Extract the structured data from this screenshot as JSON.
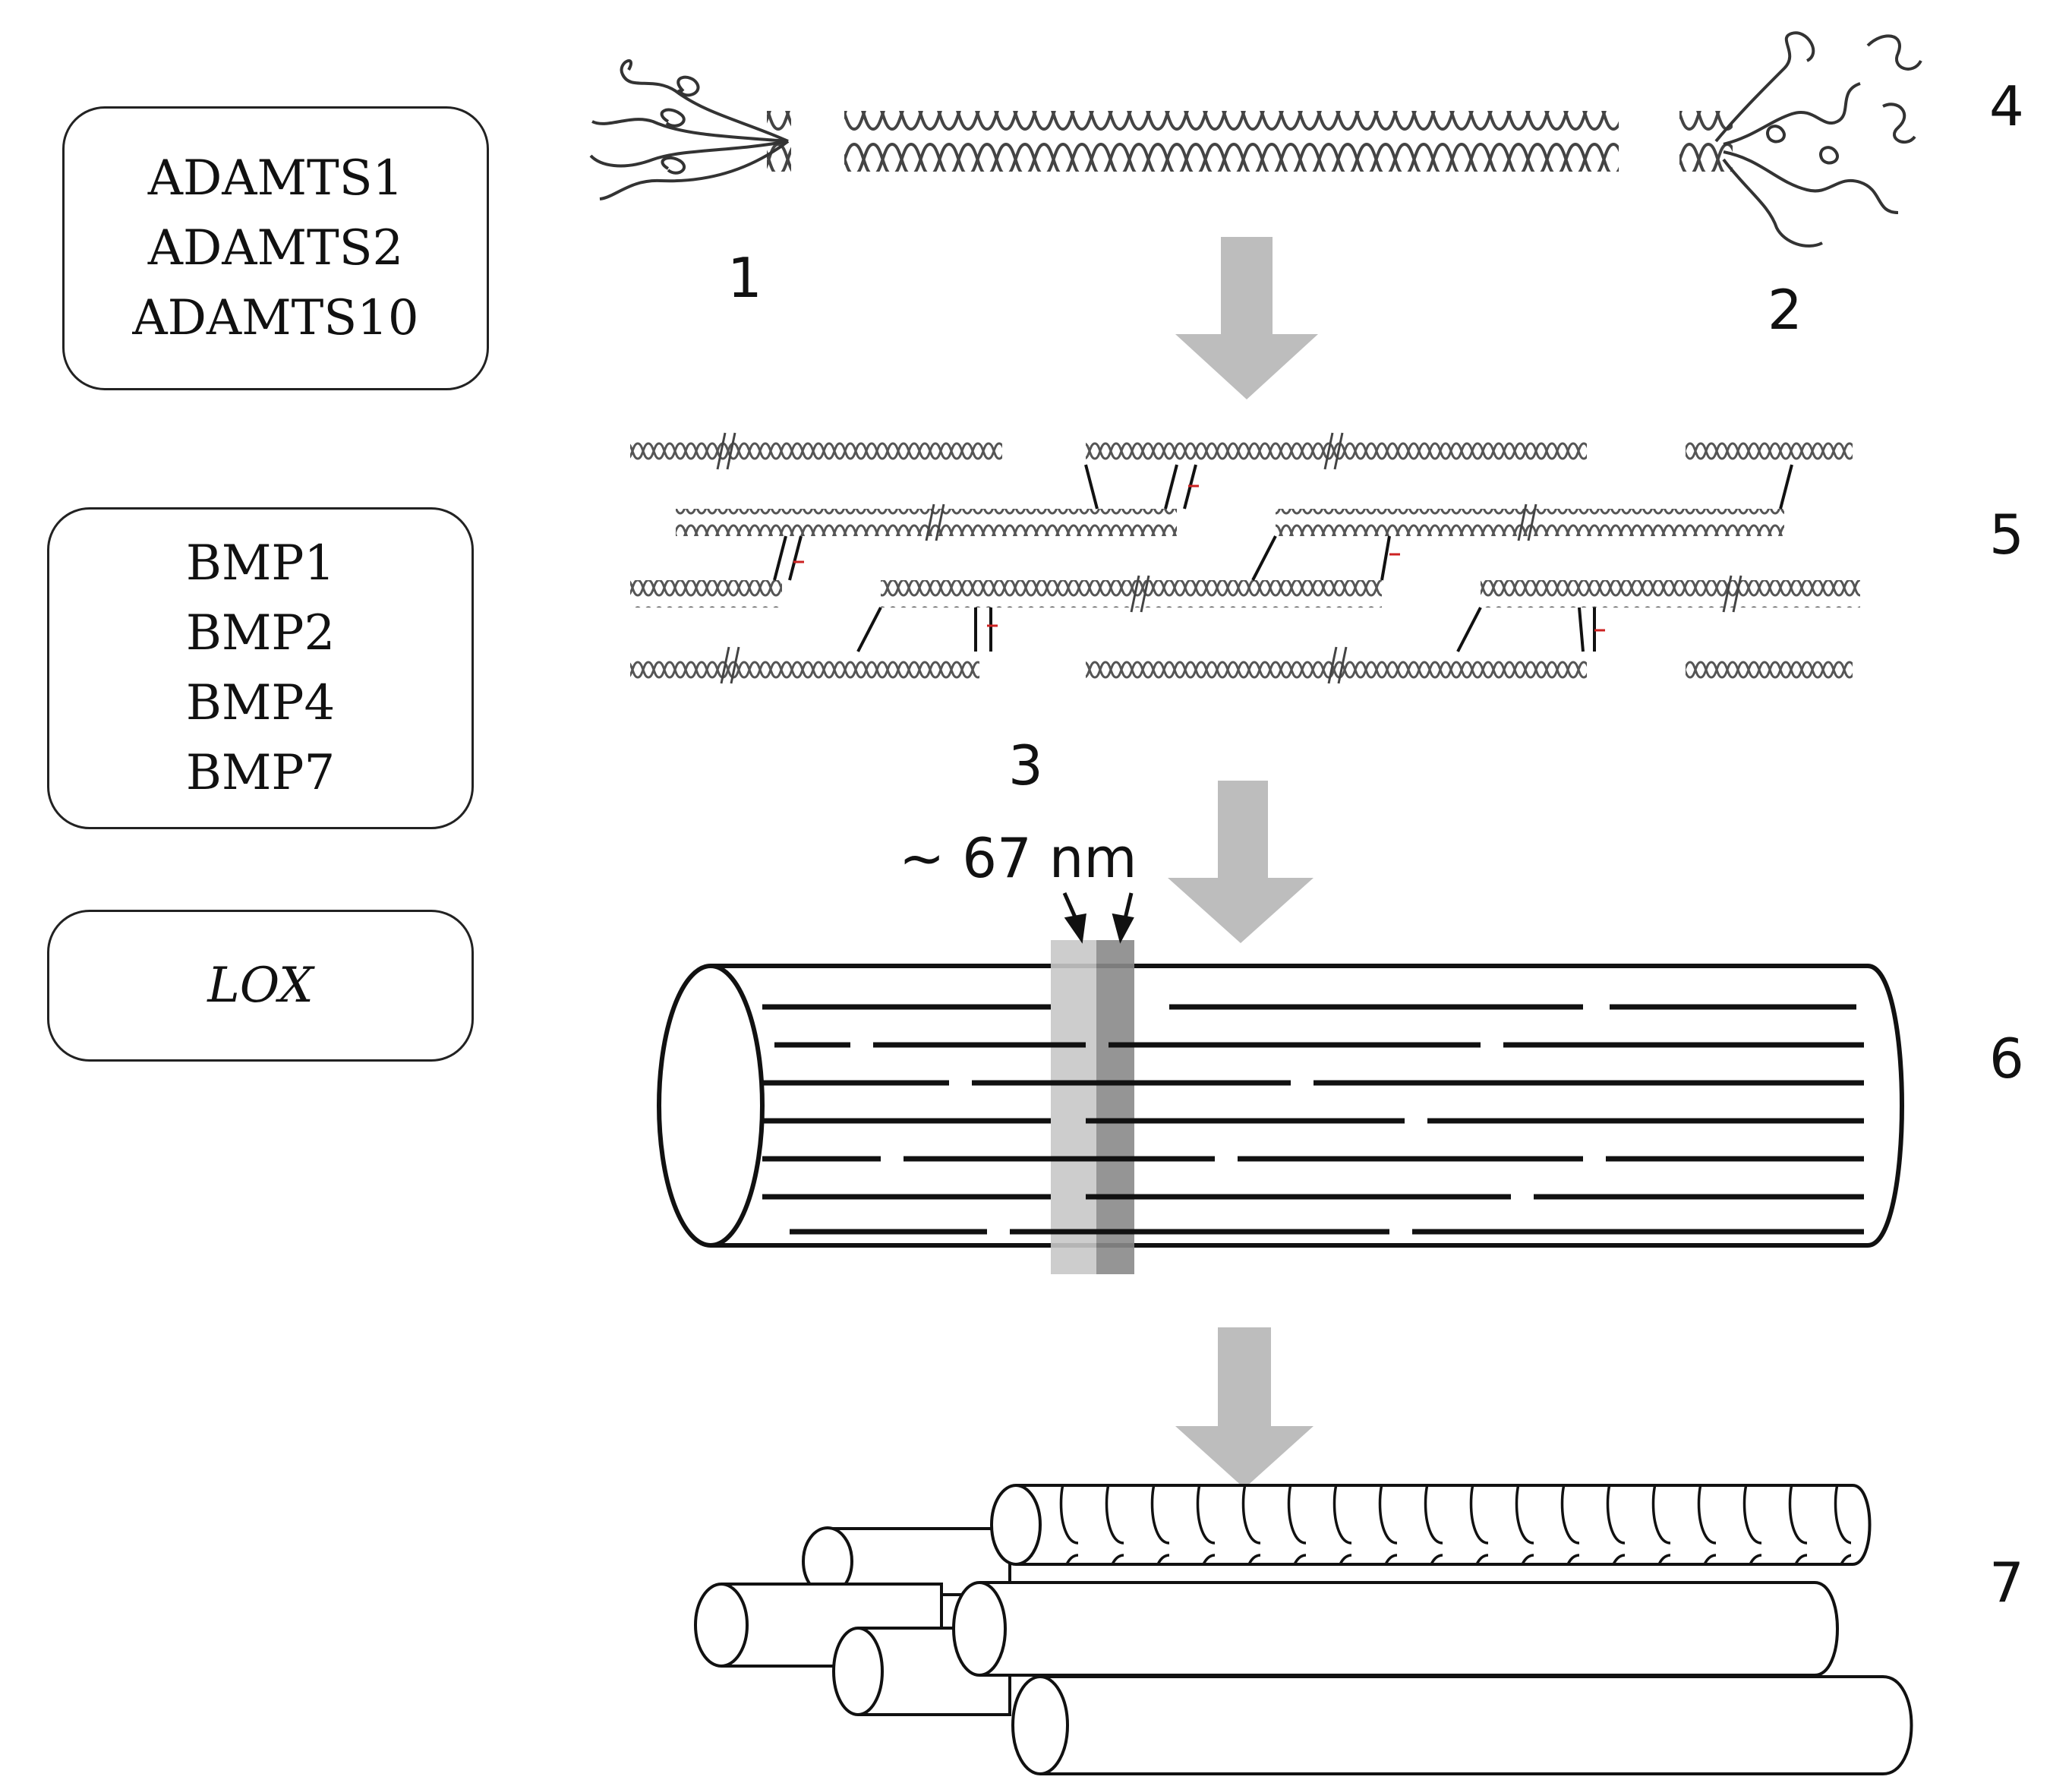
{
  "enzyme_groups": [
    {
      "items": [
        "ADAMTS1",
        "ADAMTS2",
        "ADAMTS10"
      ],
      "italic": false
    },
    {
      "items": [
        "BMP1",
        "BMP2",
        "BMP4",
        "BMP7"
      ],
      "italic": false
    },
    {
      "items": [
        "LOX"
      ],
      "italic": true
    }
  ],
  "stage_labels": [
    "1",
    "2",
    "3",
    "4",
    "5",
    "6",
    "7"
  ],
  "measurement": "~ 67 nm",
  "colors": {
    "arrow": "#bdbdbd",
    "line": "#111111",
    "helix": "#444444",
    "crosslink": "#cc2222",
    "band_light": "#c8c8c8",
    "band_dark": "#8a8a8a"
  }
}
